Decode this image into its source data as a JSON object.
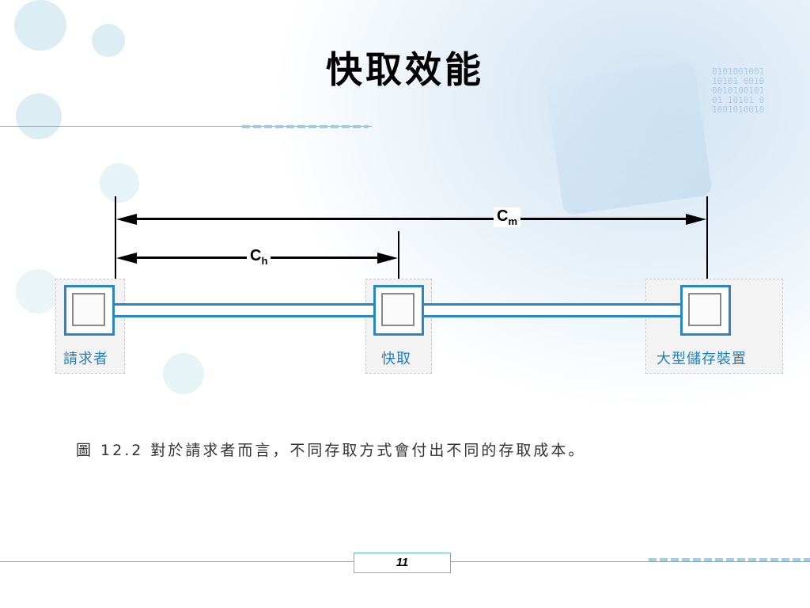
{
  "slide": {
    "title": "快取效能",
    "page_number": "11"
  },
  "diagram": {
    "dimensions": [
      {
        "symbol": "C",
        "subscript": "m"
      },
      {
        "symbol": "C",
        "subscript": "h"
      }
    ],
    "nodes": [
      {
        "label": "請求者"
      },
      {
        "label": "快取"
      },
      {
        "label": "大型儲存裝置"
      }
    ],
    "caption": "圖  12.2  對於請求者而言，不同存取方式會付出不同的存取成本。"
  },
  "background": {
    "binary_text": "0101001001\n10101 0010\n0010100101\n01 10101 0\n1001010010"
  },
  "colors": {
    "accent": "#2a86c8",
    "rule": "#5bb8d8",
    "label_text": "#1f7fc4"
  }
}
